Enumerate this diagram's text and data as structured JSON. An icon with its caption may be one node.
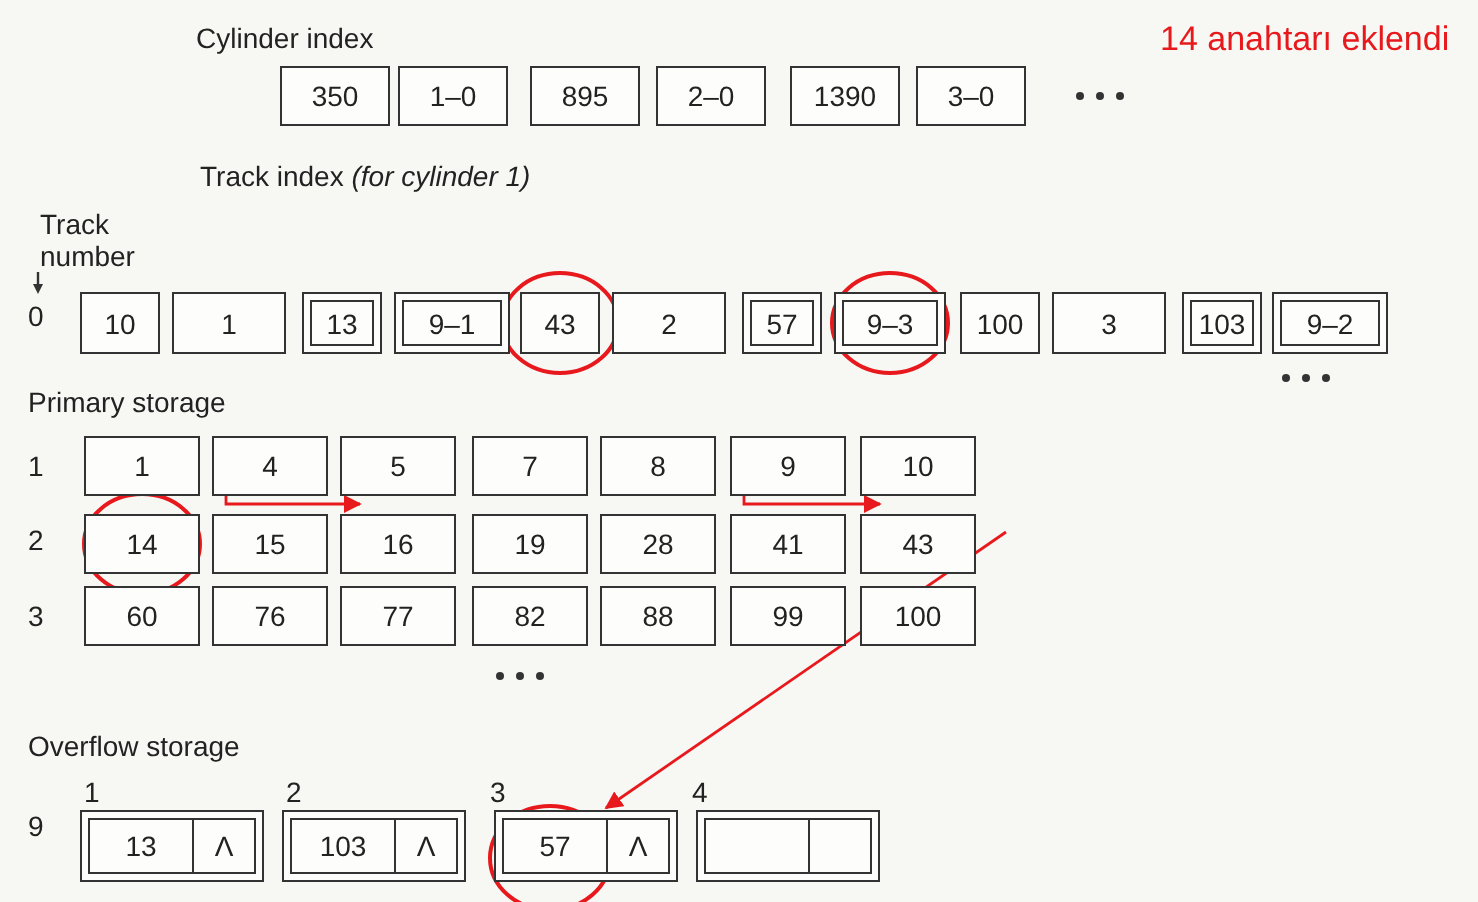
{
  "diagram": {
    "nodes": [
      {
        "text": [
          "350"
        ]
      },
      {
        "text": [
          "1–0"
        ]
      },
      {
        "text": [
          "895"
        ]
      },
      {
        "text": [
          "2–0"
        ]
      },
      {
        "text": [
          "1390"
        ]
      },
      {
        "text": [
          "3–0"
        ]
      },
      {
        "text": [
          "10"
        ]
      },
      {
        "text": [
          "1"
        ]
      },
      {
        "text": [
          "13"
        ]
      },
      {
        "text": [
          "9–1"
        ]
      },
      {
        "text": [
          "43"
        ]
      },
      {
        "text": [
          "2"
        ]
      },
      {
        "text": [
          "57"
        ]
      },
      {
        "text": [
          "9–3"
        ]
      },
      {
        "text": [
          "100"
        ]
      },
      {
        "text": [
          "3"
        ]
      },
      {
        "text": [
          "103"
        ]
      },
      {
        "text": [
          "9–2"
        ]
      },
      {
        "text": [
          "1"
        ]
      },
      {
        "text": [
          "4"
        ]
      },
      {
        "text": [
          "5"
        ]
      },
      {
        "text": [
          "7"
        ]
      },
      {
        "text": [
          "8"
        ]
      },
      {
        "text": [
          "9"
        ]
      },
      {
        "text": [
          "10"
        ]
      },
      {
        "text": [
          "14"
        ]
      },
      {
        "text": [
          "15"
        ]
      },
      {
        "text": [
          "16"
        ]
      },
      {
        "text": [
          "19"
        ]
      },
      {
        "text": [
          "28"
        ]
      },
      {
        "text": [
          "41"
        ]
      },
      {
        "text": [
          "43"
        ]
      },
      {
        "text": [
          "60"
        ]
      },
      {
        "text": [
          "76"
        ]
      },
      {
        "text": [
          "77"
        ]
      },
      {
        "text": [
          "82"
        ]
      },
      {
        "text": [
          "88"
        ]
      },
      {
        "text": [
          "99"
        ]
      },
      {
        "text": [
          "100"
        ]
      },
      {
        "text": [
          "13",
          "Λ"
        ]
      },
      {
        "text": [
          "103",
          "Λ"
        ]
      },
      {
        "text": [
          "57",
          "Λ"
        ]
      },
      {
        "text": [],
        "shape": "box"
      }
    ],
    "edges": [
      {
        "from": null,
        "to": 41,
        "arrow": "to",
        "color": "#e8191c"
      },
      {
        "from": 19,
        "to": 20,
        "arrow": "to",
        "color": "#e8191c"
      },
      {
        "from": 23,
        "to": 24,
        "arrow": "to",
        "color": "#e8191c"
      }
    ],
    "labels": [
      "Cylinder index",
      "14 anahtarı eklendi",
      "Track index *(for cylinder 1)*",
      "Track number",
      "0",
      "Primary storage",
      "1",
      "2",
      "3",
      "Overflow storage",
      "1",
      "2",
      "3",
      "4",
      "9"
    ]
  }
}
